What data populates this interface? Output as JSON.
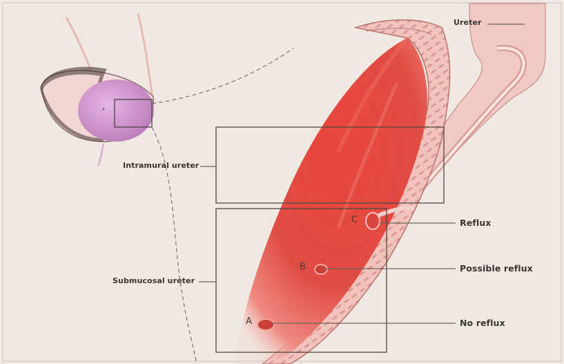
{
  "labels": {
    "ureter": "Ureter",
    "intramural_ureter": "Intramural ureter",
    "submucosal_ureter": "Submucosal ureter",
    "reflux": "Reflux",
    "possible_reflux": "Possible reflux",
    "no_reflux": "No reflux"
  },
  "markers": {
    "a": "A",
    "b": "B",
    "c": "C"
  },
  "colors": {
    "background": "#efe9e2",
    "bladder_lumen": "#e0463d",
    "bladder_wall": "#f0c2bd",
    "ureter_tube": "#f0c8c4",
    "mini_bladder": "#d79bd3",
    "leader_line": "#6b6460"
  }
}
